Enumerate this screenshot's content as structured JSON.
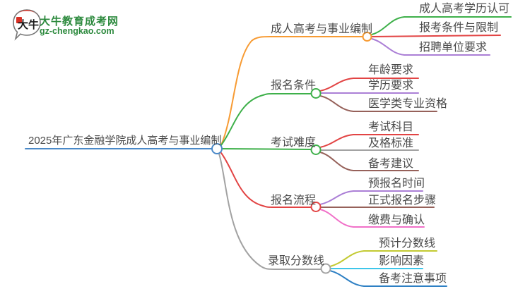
{
  "header": {
    "logo": {
      "bubble_text": "大牛",
      "site_name": "大牛教育成考网",
      "site_url": "gz-chengkao.com"
    }
  },
  "palette": {
    "root_blue": "#4a89c8",
    "orange": "#f79b33",
    "green": "#3eb04a",
    "red": "#e24444",
    "purple": "#ab7fd6",
    "brown": "#96615a",
    "gray": "#a2a2a2",
    "pink": "#f070c8",
    "olive": "#c3ca32",
    "cyan": "#3ec6ea",
    "blue": "#2e80c4",
    "text": "#4a4a4a",
    "logo_green": "#2d8a3e",
    "logo_red": "#d93025"
  },
  "mindmap": {
    "root": {
      "label": "2025年广东金融学院成人高考与事业编制"
    },
    "branches": [
      {
        "label": "成人高考与事业编制",
        "color": "orange",
        "children": [
          {
            "label": "成人高考学历认可",
            "color": "green"
          },
          {
            "label": "报考条件与限制",
            "color": "red"
          },
          {
            "label": "招聘单位要求",
            "color": "purple"
          }
        ]
      },
      {
        "label": "报名条件",
        "color": "green",
        "children": [
          {
            "label": "年龄要求",
            "color": "red"
          },
          {
            "label": "学历要求",
            "color": "purple"
          },
          {
            "label": "医学类专业资格",
            "color": "brown"
          }
        ]
      },
      {
        "label": "考试难度",
        "color": "green",
        "children": [
          {
            "label": "考试科目",
            "color": "red"
          },
          {
            "label": "及格标准",
            "color": "gray"
          },
          {
            "label": "备考建议",
            "color": "brown"
          }
        ]
      },
      {
        "label": "报名流程",
        "color": "red",
        "children": [
          {
            "label": "预报名时间",
            "color": "purple"
          },
          {
            "label": "正式报名步骤",
            "color": "brown"
          },
          {
            "label": "缴费与确认",
            "color": "pink"
          }
        ]
      },
      {
        "label": "录取分数线",
        "color": "gray",
        "children": [
          {
            "label": "预计分数线",
            "color": "olive"
          },
          {
            "label": "影响因素",
            "color": "cyan"
          },
          {
            "label": "备考注意事项",
            "color": "blue"
          }
        ]
      }
    ]
  }
}
